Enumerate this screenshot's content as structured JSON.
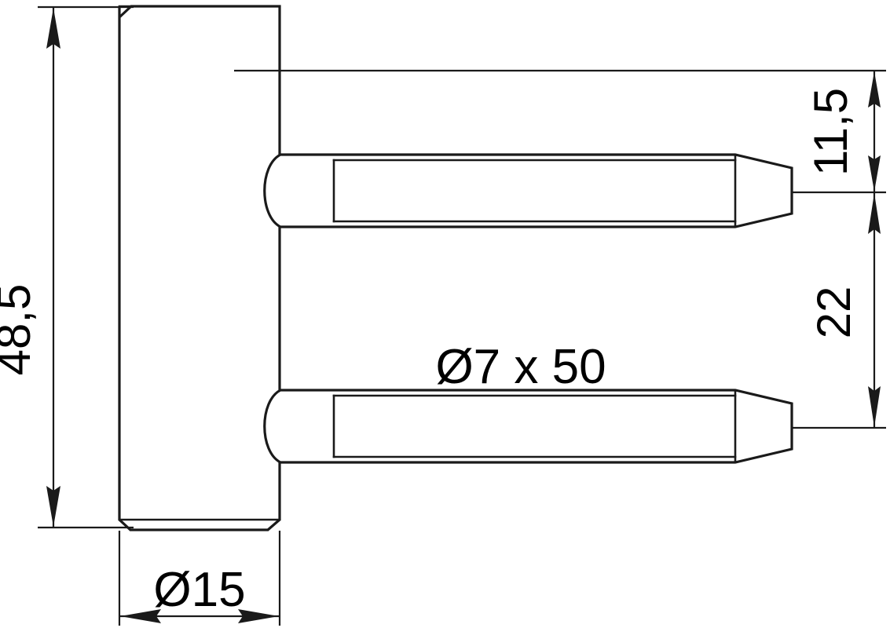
{
  "drawing": {
    "title": "Door hinge pin technical drawing",
    "type": "engineering-dimension-drawing",
    "units": "mm",
    "line_color": "#1a1a1a",
    "background_color": "#ffffff",
    "dimensions": {
      "overall_height": {
        "label": "48,5",
        "orientation": "vertical",
        "position": "left",
        "rotated": true
      },
      "plate_width": {
        "label": "Ø15",
        "orientation": "horizontal",
        "position": "bottom",
        "rotated": false
      },
      "pin_spec": {
        "label": "Ø7 x 50",
        "orientation": "horizontal",
        "position": "center",
        "rotated": false
      },
      "top_offset": {
        "label": "11,5",
        "orientation": "vertical",
        "position": "right",
        "rotated": true
      },
      "pin_spacing": {
        "label": "22",
        "orientation": "vertical",
        "position": "right",
        "rotated": true
      }
    }
  }
}
